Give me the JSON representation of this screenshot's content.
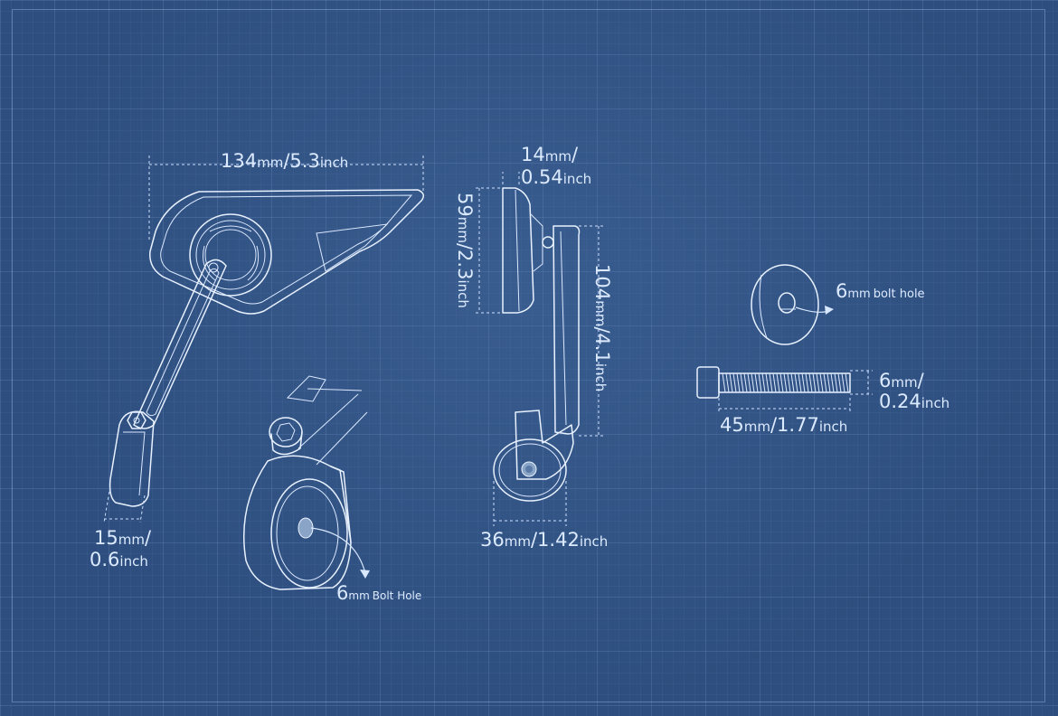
{
  "dimensions": {
    "mirror_width": {
      "num": "134",
      "unit": "mm",
      "sep": "/",
      "num2": "5.3",
      "unit2": "inch"
    },
    "clamp_width": {
      "num": "15",
      "unit": "mm",
      "sep": "/",
      "num2": "0.6",
      "unit2": "inch"
    },
    "mirror_thickness": {
      "num": "14",
      "unit": "mm",
      "sep": "/",
      "num2": "0.54",
      "unit2": "inch"
    },
    "mirror_height": {
      "num": "59",
      "unit": "mm",
      "sep": "/",
      "num2": "2.3",
      "unit2": "inch"
    },
    "arm_length": {
      "num": "104",
      "unit": "mm",
      "sep": "/",
      "num2": "4.1",
      "unit2": "inch"
    },
    "clamp_diameter": {
      "num": "36",
      "unit": "mm",
      "sep": "/",
      "num2": "1.42",
      "unit2": "inch"
    },
    "bolt_diameter": {
      "num": "6",
      "unit": "mm",
      "sep": "/",
      "num2": "0.24",
      "unit2": "inch"
    },
    "bolt_length": {
      "num": "45",
      "unit": "mm",
      "sep": "/",
      "num2": "1.77",
      "unit2": "inch"
    }
  },
  "notes": {
    "clamp_bolt_hole": {
      "num": "6",
      "unit": "mm",
      "text": "Bolt Hole"
    },
    "washer_bolt_hole": {
      "num": "6",
      "unit": "mm",
      "text": "bolt hole"
    }
  },
  "colors": {
    "background": "#2d4e7e",
    "line": "#e8f1ff",
    "text": "#dceaff"
  }
}
